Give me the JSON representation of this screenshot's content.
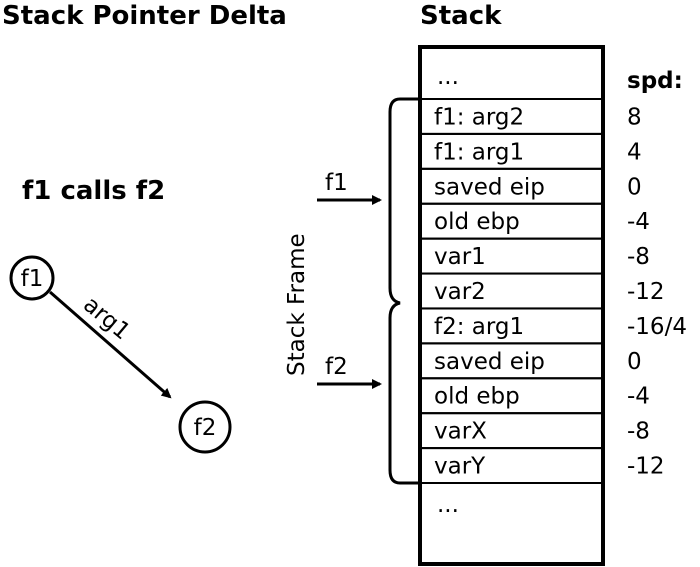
{
  "headings": {
    "left_title": "Stack Pointer Delta",
    "stack_title": "Stack",
    "calls_title": "f1 calls f2"
  },
  "call_graph": {
    "caller": "f1",
    "callee": "f2",
    "edge_label": "arg1"
  },
  "stack": {
    "top_ellipsis": "...",
    "bottom_ellipsis": "...",
    "spd_header": "spd:",
    "cells": [
      {
        "label": "f1: arg2",
        "spd": "8"
      },
      {
        "label": "f1: arg1",
        "spd": "4"
      },
      {
        "label": "saved eip",
        "spd": "0"
      },
      {
        "label": "old ebp",
        "spd": "-4"
      },
      {
        "label": "var1",
        "spd": "-8"
      },
      {
        "label": "var2",
        "spd": "-12"
      },
      {
        "label": "f2: arg1",
        "spd": "-16/4"
      },
      {
        "label": "saved eip",
        "spd": "0"
      },
      {
        "label": "old ebp",
        "spd": "-4"
      },
      {
        "label": "varX",
        "spd": "-8"
      },
      {
        "label": "varY",
        "spd": "-12"
      }
    ]
  },
  "frames": {
    "frame_label": "Stack Frame",
    "pointers": [
      "f1",
      "f2"
    ]
  }
}
